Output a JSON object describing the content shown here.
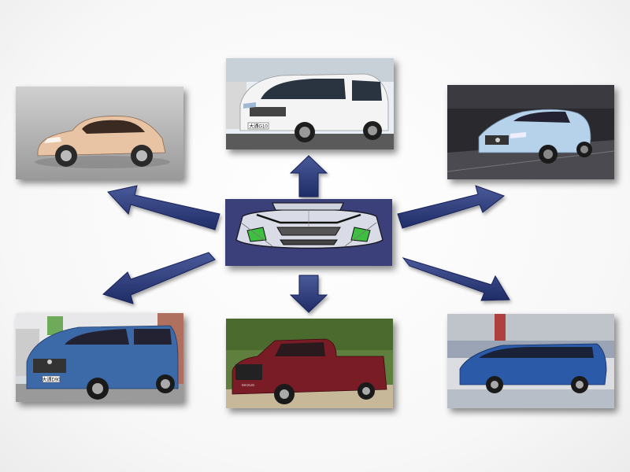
{
  "diagram": {
    "center": {
      "name": "bumper-cad-model",
      "bg": "#3b3f7a"
    },
    "arrow_color": "#2a3a7a",
    "nodes": [
      {
        "name": "compact-ev-photo",
        "bg": "#bdbdbd"
      },
      {
        "name": "mpv-van-photo",
        "bg": "#e8eef4"
      },
      {
        "name": "suv-ev-photo",
        "bg": "#2a2a2e"
      },
      {
        "name": "suv-photo",
        "bg": "#d8dbe0"
      },
      {
        "name": "pickup-truck-photo",
        "bg": "#5f7f3f"
      },
      {
        "name": "mpv-blue-photo",
        "bg": "#dcdde0"
      }
    ],
    "plates": {
      "van": "大通G10",
      "suv": "大通D90"
    },
    "badges": {
      "truck": "MAXUS"
    }
  }
}
